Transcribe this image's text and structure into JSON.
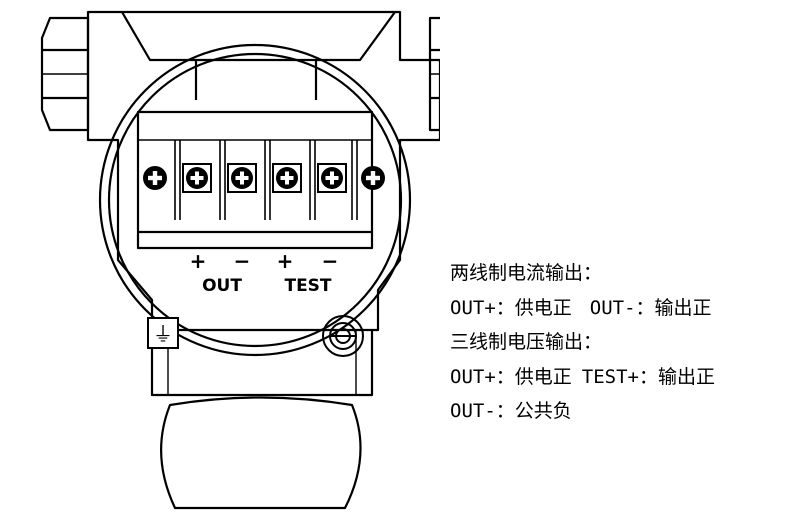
{
  "terminal_labels": {
    "plus_1": "+",
    "minus_1": "−",
    "plus_2": "+",
    "minus_2": "−",
    "out": "OUT",
    "test": "TEST"
  },
  "ground_symbol": "⏚",
  "notes": {
    "two_wire_title": "两线制电流输出：",
    "two_wire_out_plus": "OUT+：供电正",
    "two_wire_out_minus": "OUT-：输出正",
    "three_wire_title": "三线制电压输出：",
    "three_wire_out_plus": "OUT+：供电正",
    "three_wire_test_plus": "TEST+：输出正",
    "three_wire_out_minus": "OUT-：公共负"
  },
  "icons": [
    "screw-terminal-icon",
    "ground-icon",
    "bolt-icon",
    "hex-nut-icon"
  ],
  "colors": {
    "line": "#000000",
    "background": "#ffffff"
  }
}
